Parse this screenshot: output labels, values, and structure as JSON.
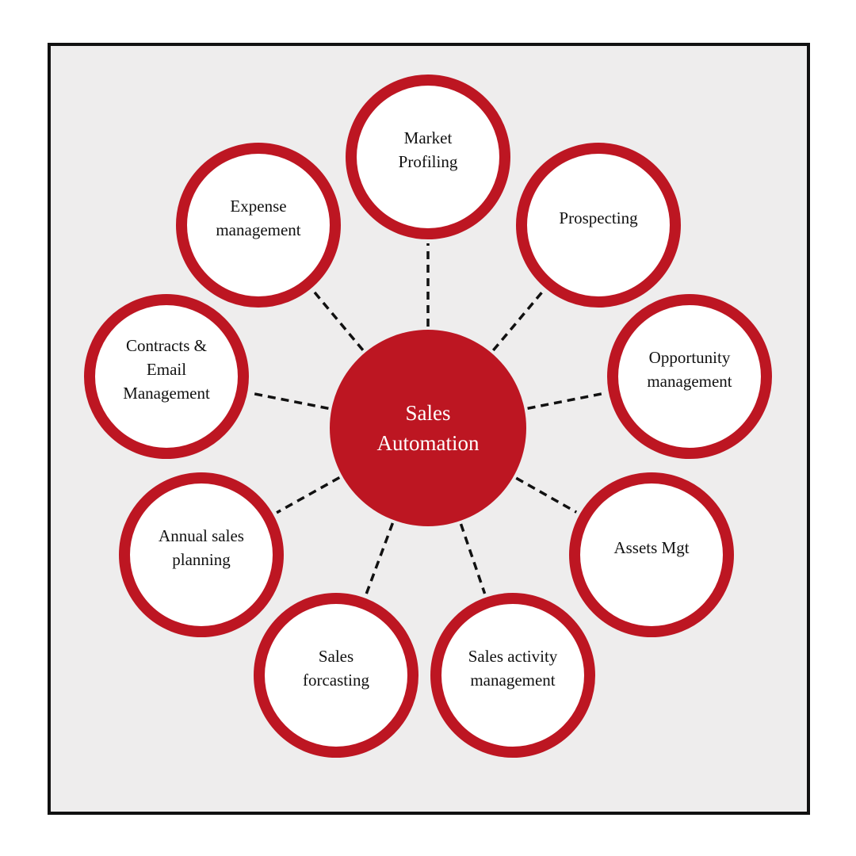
{
  "colors": {
    "accent": "#bd1622",
    "background": "#eeeded",
    "node_fill": "#ffffff",
    "connector": "#111111"
  },
  "hub": {
    "lines": [
      "Sales",
      "Automation"
    ]
  },
  "nodes": [
    {
      "id": "market-profiling",
      "lines": [
        "Market",
        "Profiling"
      ]
    },
    {
      "id": "prospecting",
      "lines": [
        "Prospecting"
      ]
    },
    {
      "id": "opportunity-management",
      "lines": [
        "Opportunity",
        "management"
      ]
    },
    {
      "id": "assets-mgt",
      "lines": [
        "Assets Mgt"
      ]
    },
    {
      "id": "sales-activity-management",
      "lines": [
        "Sales activity",
        "management"
      ]
    },
    {
      "id": "sales-forcasting",
      "lines": [
        "Sales",
        "forcasting"
      ]
    },
    {
      "id": "annual-sales-planning",
      "lines": [
        "Annual sales",
        "planning"
      ]
    },
    {
      "id": "contracts-email-management",
      "lines": [
        "Contracts &",
        "Email",
        "Management"
      ]
    },
    {
      "id": "expense-management",
      "lines": [
        "Expense",
        "management"
      ]
    }
  ]
}
